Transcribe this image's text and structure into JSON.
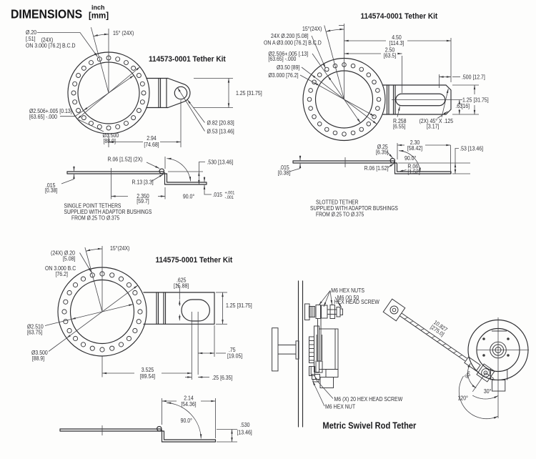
{
  "header": {
    "title": "DIMENSIONS",
    "unit_inch": "inch",
    "unit_mm": "[mm]"
  },
  "kit_114573": {
    "title": "114573-0001 Tether Kit",
    "labels": {
      "angle15": "15° (24X)",
      "hole_dia": "Ø.20",
      "hole_dia_mm": "[.51]",
      "hole_count": "(24X)",
      "bolt_circle": "ON 3.000 [76.2] B.C.D",
      "bore": "Ø2.506+.005 [0.13]",
      "bore_mm": "[63.65]  -.000",
      "od": "Ø3.500",
      "od_mm": "[88.9]",
      "width": "1.25 [31.75]",
      "boss_dia": "Ø.82 [20.83]",
      "hole": "Ø.53 [13.46]",
      "length": "2.94",
      "length_mm": "[74.68]"
    },
    "profile": {
      "bend_r": "R.06 [1.52] (2X)",
      "curl_r": "R.13 [3.3]",
      "thick": ".015",
      "thick_mm": "[0.38]",
      "flat_len": "2.350",
      "flat_len_mm": "[59.7]",
      "bend_angle": "90.0°",
      "offset": ".530 [13.46]",
      "leg_thick": ".015",
      "tol_plus": "+.001",
      "tol_minus": "-.001"
    },
    "note": [
      "SINGLE POINT TETHERS",
      "SUPPLIED WITH ADAPTOR BUSHINGS",
      "FROM Ø.25 TO Ø.375"
    ]
  },
  "kit_114574": {
    "title": "114574-0001 Tether Kit",
    "labels": {
      "angle15": "15°(24X)",
      "holes": "24X Ø.200 [5.08]",
      "bolt_circle": "ON A Ø3.000 [76.2] B.C.D",
      "bore": "Ø2.506+.005 [.13]",
      "bore_mm": "[63.65] -.000",
      "od": "Ø3.50 [89]",
      "bcd": "Ø3.000 [76.2]",
      "len_total": "4.50",
      "len_total_mm": "[114.3]",
      "len_slot": "2.50",
      "len_slot_mm": "[63.5]",
      "end_offset": ".500 [12.7]",
      "width": "1.25 [31.75]",
      "slot_offset": ".63",
      "slot_offset_mm": "[16]",
      "slot_r": "R.258",
      "slot_r_mm": "[6.55]",
      "chamfer": "(2X) 45° X .125",
      "chamfer_mm": "[3.17]"
    },
    "profile": {
      "thick": ".015",
      "thick_mm": "[0.38]",
      "hole_dia": "Ø.25",
      "hole_dia_mm": "[6.35]",
      "flat_len": "2.30",
      "flat_len_mm": "[58.42]",
      "bend_angle": "90.0°",
      "bend_r": "R.06 [1.52]",
      "corner_r": "R.06",
      "corner_r_mm": "[1.52]",
      "offset": ".53 [13.46]"
    },
    "note": [
      "SLOTTED TETHER",
      "SUPPLIED WITH ADAPTOR BUSHINGS",
      "FROM Ø.25 TO Ø.375"
    ]
  },
  "kit_114575": {
    "title": "114575-0001 Tether Kit",
    "labels": {
      "angle15": "15°(24X)",
      "holes": "(24X) Ø.20",
      "holes_mm": "[5.08]",
      "bolt_circle": "ON 3.000 B.C",
      "bolt_circle_mm": "[76.2]",
      "slot_w": ".625",
      "slot_w_mm": "[15.88]",
      "width": "1.25 [31.75]",
      "bore": "Ø2.510",
      "bore_mm": "[63.75]",
      "od": "Ø3.500",
      "od_mm": "[88.9]",
      "length": "3.525",
      "length_mm": "[89.54]",
      "end_offset": ".75",
      "end_offset_mm": "[19.05]",
      "slot_pos": ".25 [6.35]"
    },
    "profile": {
      "flat_len": "2.14",
      "flat_len_mm": "[54.36]",
      "bend_angle": "90.0°",
      "offset": ".530",
      "offset_mm": "[13.46]"
    }
  },
  "swivel": {
    "title": "Metric Swivel Rod Tether",
    "hex_nuts": "M6 HEX NUTS",
    "screw50_l1": "M6 (X) 50",
    "screw50_l2": "HEX HEAD SCREW",
    "screw20": "M6 (X) 20 HEX HEAD SCREW",
    "hex_nut": "M6 HEX NUT",
    "rod_len": "10.827",
    "rod_len_mm": "[275.0]",
    "angle_90": "90°",
    "angle_30": "30°",
    "angle_120": "120°"
  }
}
